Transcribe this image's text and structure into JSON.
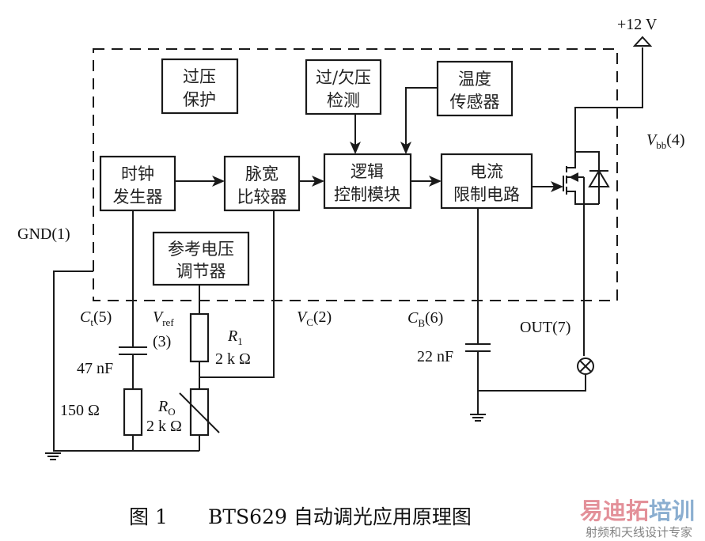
{
  "diagram": {
    "blocks": {
      "overvoltage_protection": [
        "过压",
        "保护"
      ],
      "over_under_voltage_detect": [
        "过/欠压",
        "检测"
      ],
      "temperature_sensor": [
        "温度",
        "传感器"
      ],
      "clock_generator": [
        "时钟",
        "发生器"
      ],
      "pwm_comparator": [
        "脉宽",
        "比较器"
      ],
      "logic_control": [
        "逻辑",
        "控制模块"
      ],
      "current_limit": [
        "电流",
        "限制电路"
      ],
      "reference_regulator": [
        "参考电压",
        "调节器"
      ]
    },
    "pins": {
      "vbb": {
        "symbol": "V",
        "sub": "bb",
        "pin": "(4)"
      },
      "gnd": "GND(1)",
      "ct": {
        "symbol": "C",
        "sub": "t",
        "pin": "(5)"
      },
      "vref": {
        "symbol": "V",
        "sub": "ref",
        "pin": "(3)"
      },
      "vc": {
        "symbol": "V",
        "sub": "C",
        "pin": "(2)"
      },
      "cb": {
        "symbol": "C",
        "sub": "B",
        "pin": "(6)"
      },
      "out": "OUT(7)"
    },
    "supply": "+12 V",
    "components": {
      "ct_value": "47 nF",
      "r_timing_value": "150  Ω",
      "r1": {
        "symbol": "R",
        "sub": "1",
        "value": "2 k Ω"
      },
      "ro": {
        "symbol": "R",
        "sub": "O",
        "value": "2 k Ω"
      },
      "cb_value": "22 nF"
    },
    "icons": [
      "arrow-icon",
      "mosfet-icon",
      "diode-icon",
      "lamp-icon",
      "ground-icon",
      "supply-arrow-icon",
      "capacitor-icon",
      "resistor-icon",
      "variable-resistor-icon"
    ]
  },
  "caption": {
    "figure": "图 1",
    "title": "BTS629 自动调光应用原理图"
  },
  "watermark": {
    "brand_a": "易迪拓",
    "brand_b": "培训",
    "tagline": "射频和天线设计专家",
    "color_a": "#e0858f",
    "color_b": "#7fa6cc"
  }
}
